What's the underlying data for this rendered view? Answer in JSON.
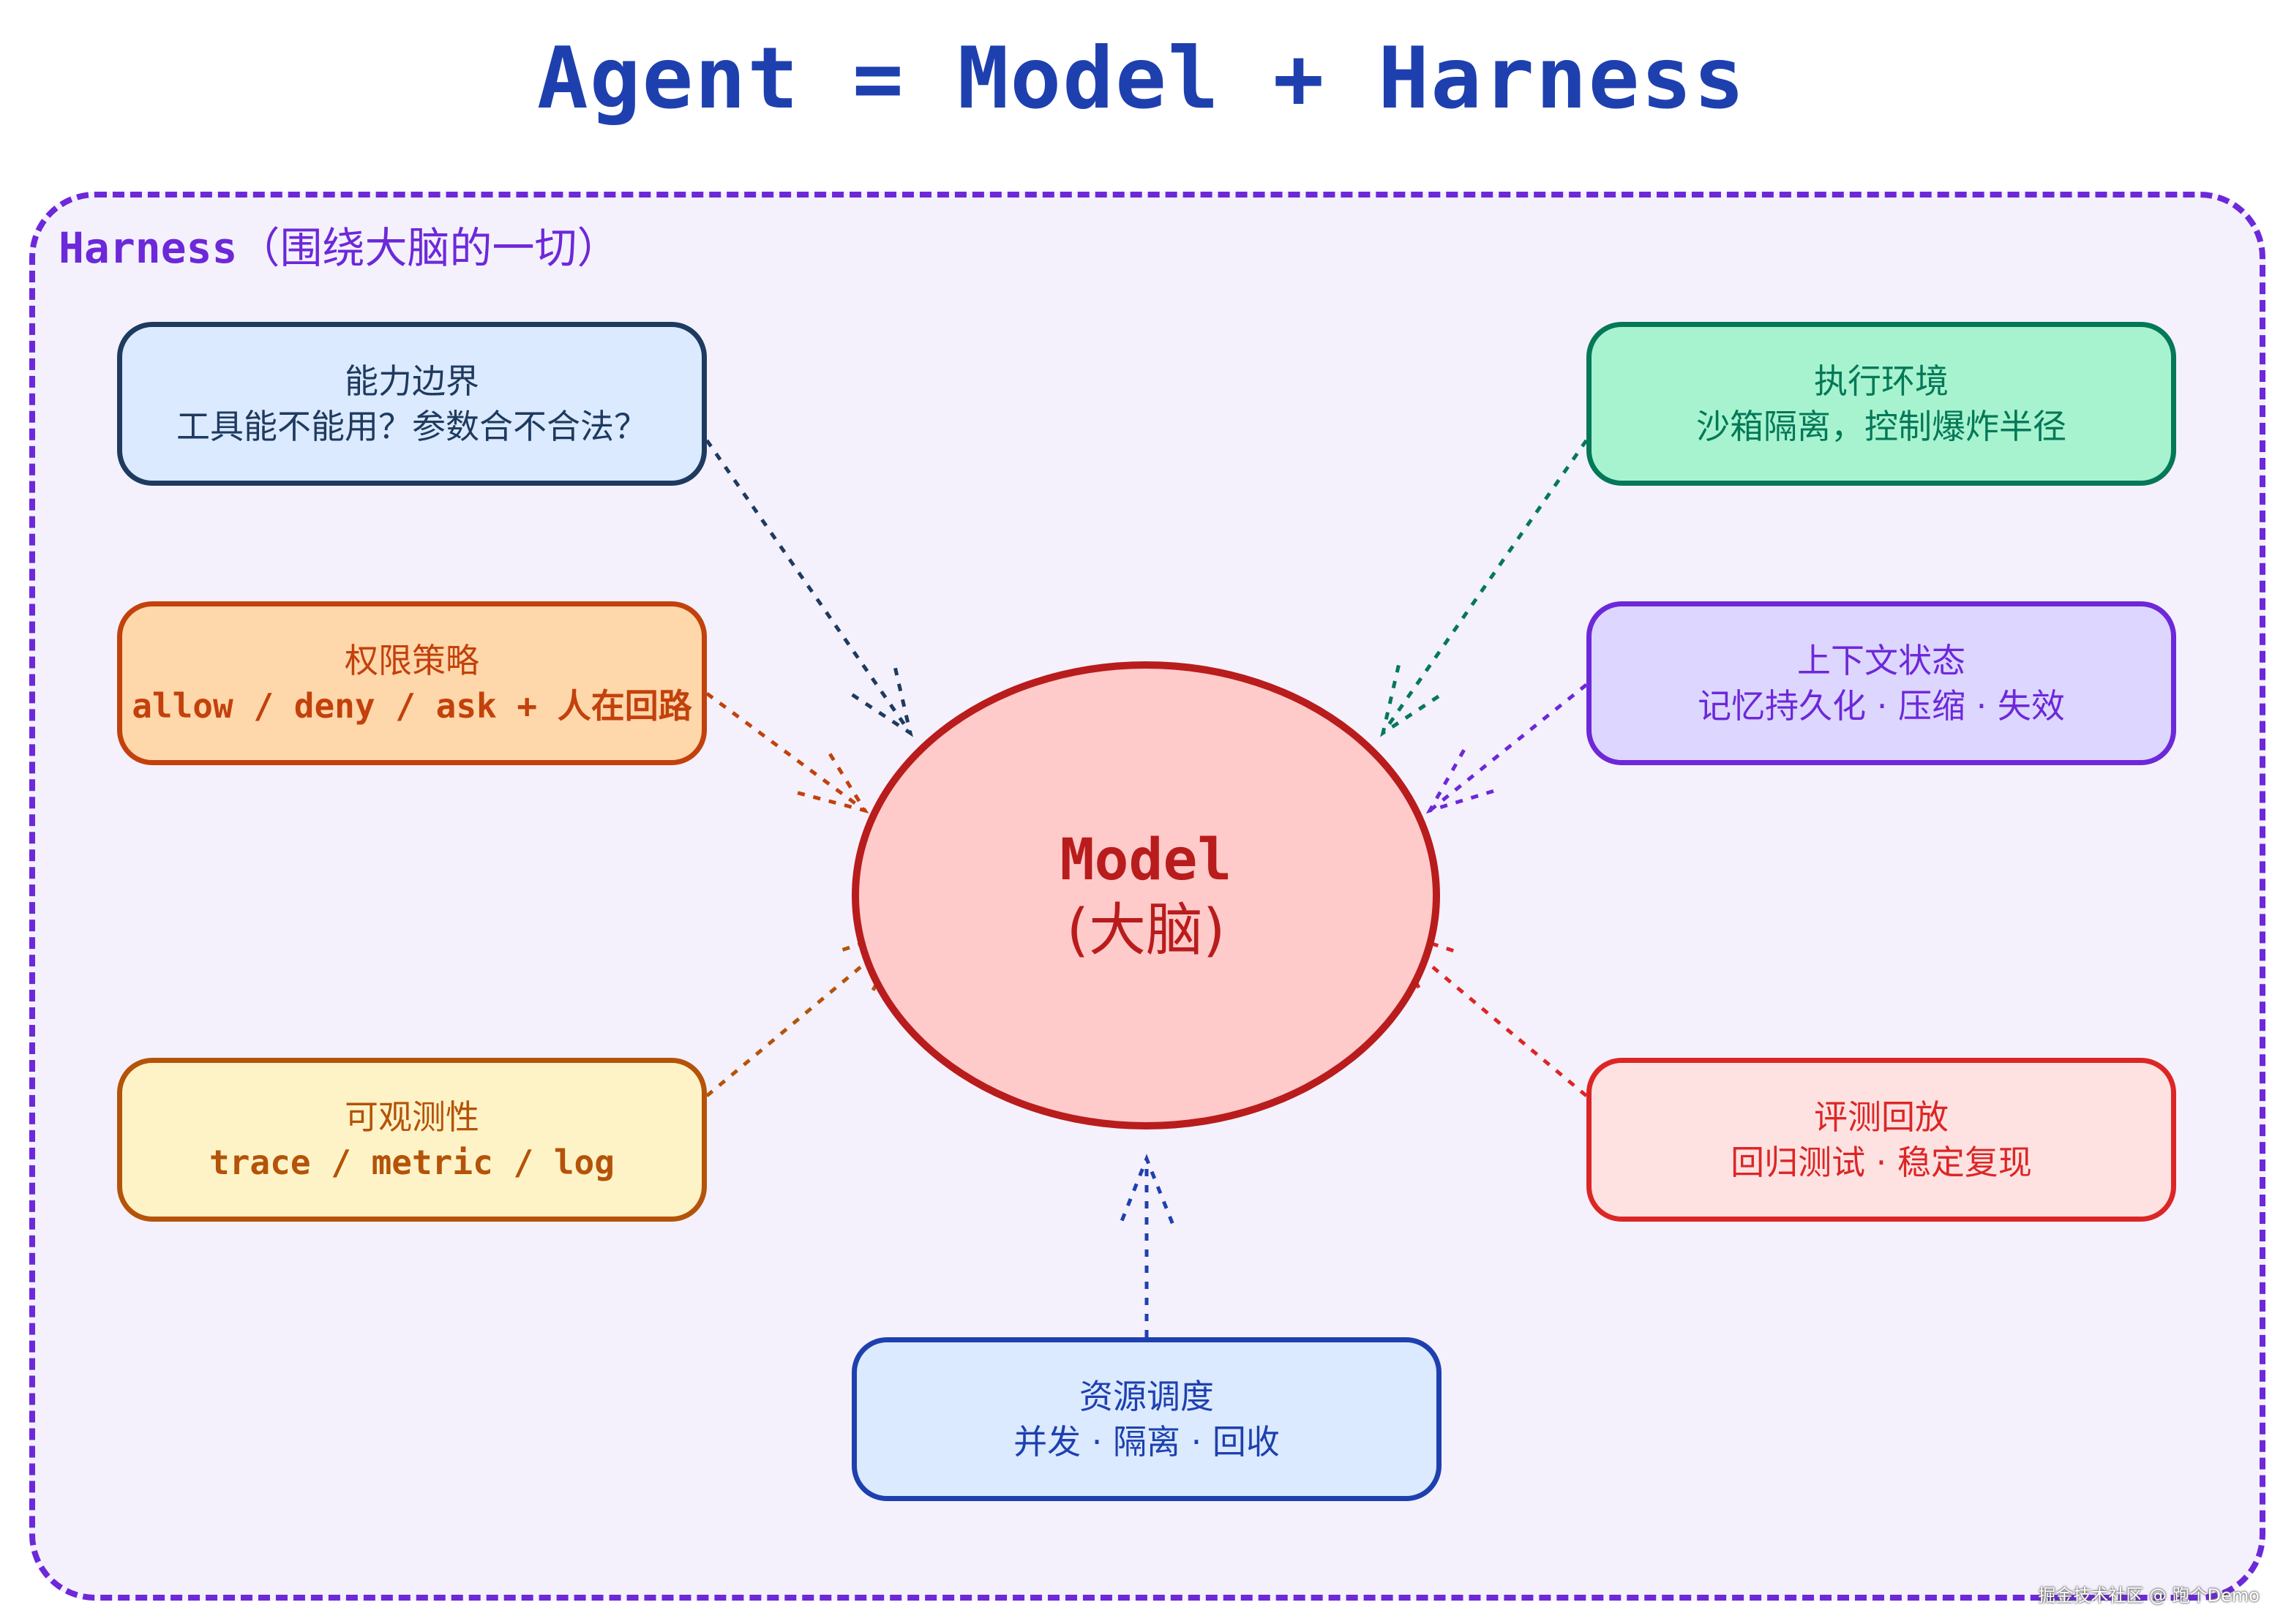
{
  "title": "Agent = Model + Harness",
  "harness": {
    "label_en": "Harness",
    "label_cn": "（围绕大脑的一切）",
    "border_color": "#6d28d9",
    "fill_color": "#f4f1fc"
  },
  "model": {
    "title": "Model",
    "subtitle": "(大脑)",
    "border_color": "#b91c1c",
    "fill_color": "#fecaca"
  },
  "nodes": [
    {
      "id": "capability",
      "title": "能力边界",
      "desc": "工具能不能用？参数合不合法？",
      "text_color": "#1e3a5f",
      "border_color": "#1e3a5f",
      "fill_color": "#dbeafe"
    },
    {
      "id": "permission",
      "title": "权限策略",
      "desc": "allow / deny / ask + 人在回路",
      "text_color": "#c2410c",
      "border_color": "#c2410c",
      "fill_color": "#fed7aa"
    },
    {
      "id": "observability",
      "title": "可观测性",
      "desc": "trace / metric / log",
      "text_color": "#b45309",
      "border_color": "#b45309",
      "fill_color": "#fef3c7"
    },
    {
      "id": "execution",
      "title": "执行环境",
      "desc": "沙箱隔离，控制爆炸半径",
      "text_color": "#047857",
      "border_color": "#047857",
      "fill_color": "#a7f3d0"
    },
    {
      "id": "context",
      "title": "上下文状态",
      "desc": "记忆持久化 · 压缩 · 失效",
      "text_color": "#6d28d9",
      "border_color": "#6d28d9",
      "fill_color": "#ddd6fe"
    },
    {
      "id": "evaluation",
      "title": "评测回放",
      "desc": "回归测试 · 稳定复现",
      "text_color": "#dc2626",
      "border_color": "#dc2626",
      "fill_color": "#fee2e2"
    },
    {
      "id": "resource",
      "title": "资源调度",
      "desc": "并发 · 隔离 · 回收",
      "text_color": "#1e40af",
      "border_color": "#1e40af",
      "fill_color": "#dbeafe"
    }
  ],
  "watermark": "掘金技术社区 @ 跑个Demo"
}
